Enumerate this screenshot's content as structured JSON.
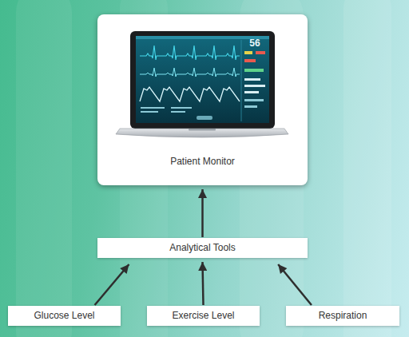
{
  "diagram": {
    "nodes": [
      {
        "text": [
          "Patient Monitor"
        ]
      },
      {
        "text": [
          "Analytical Tools"
        ]
      },
      {
        "text": [
          "Glucose Level"
        ]
      },
      {
        "text": [
          "Exercise Level"
        ]
      },
      {
        "text": [
          "Respiration"
        ]
      }
    ],
    "edges": [
      {
        "from": 1,
        "to": 0,
        "arrow": "to"
      },
      {
        "from": 2,
        "to": 1,
        "arrow": "to"
      },
      {
        "from": 3,
        "to": 1,
        "arrow": "to"
      },
      {
        "from": 4,
        "to": 1,
        "arrow": "to"
      }
    ],
    "labels": [
      "56"
    ]
  }
}
